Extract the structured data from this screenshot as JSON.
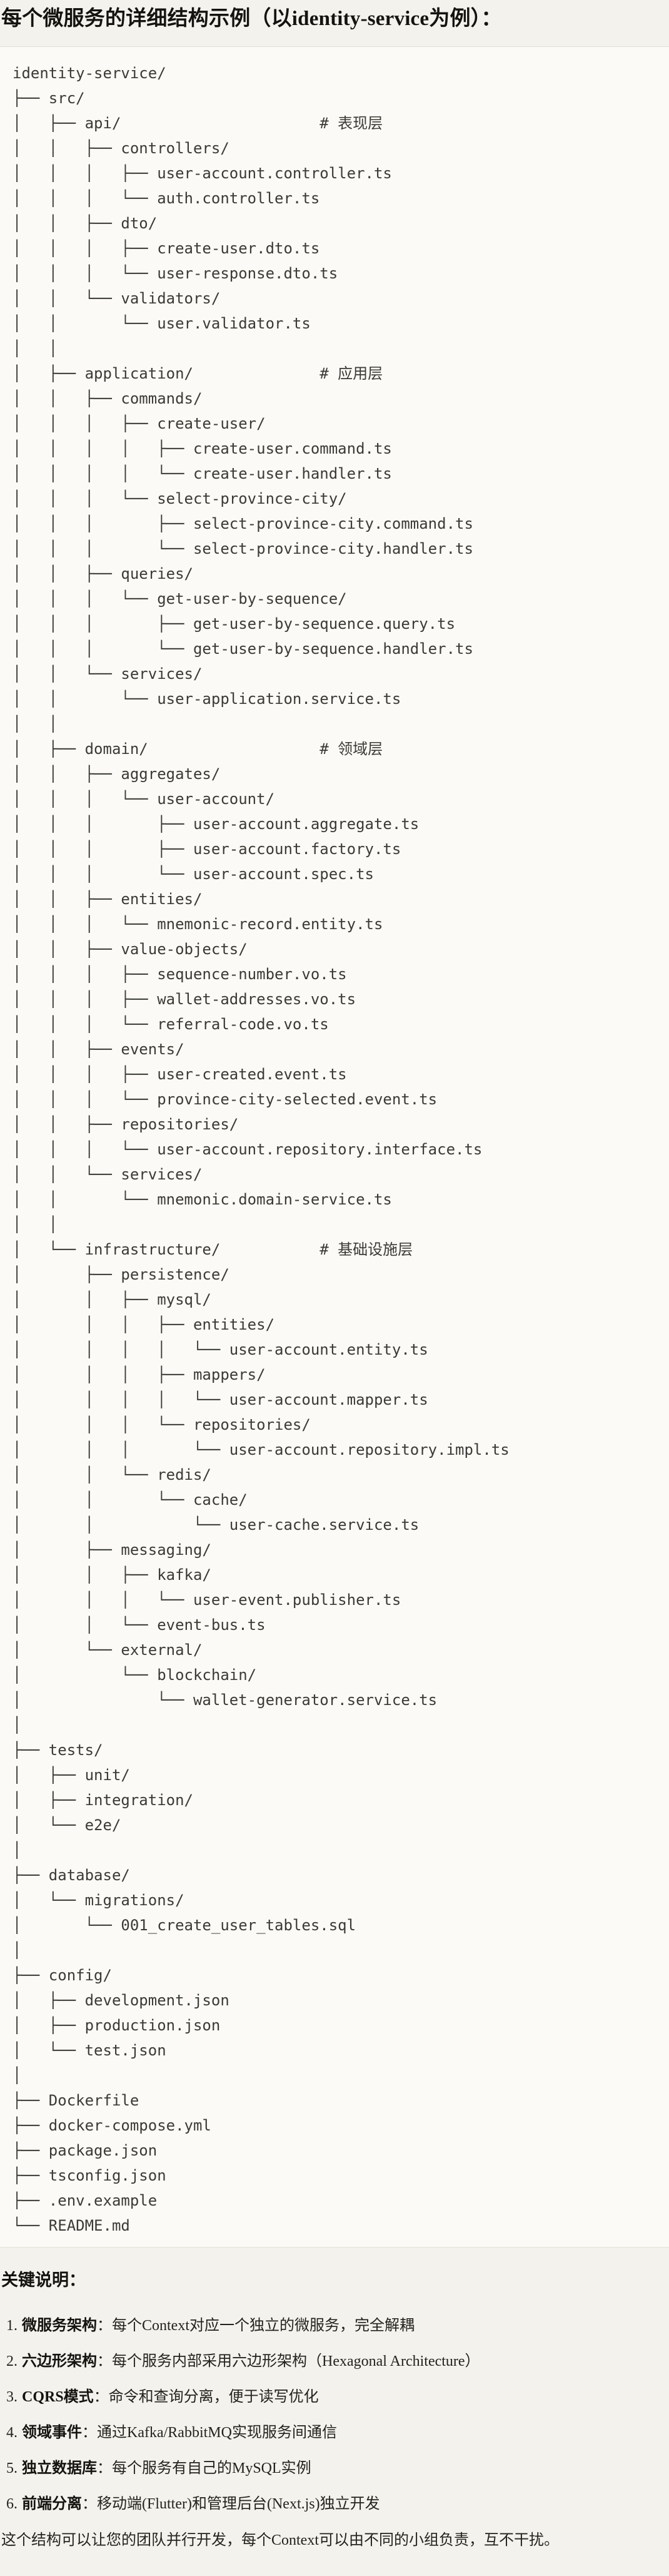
{
  "page": {
    "title": "每个微服务的详细结构示例（以identity-service为例）："
  },
  "code_block": {
    "tree_lines": [
      "identity-service/",
      "├── src/",
      "│   ├── api/                      # 表现层",
      "│   │   ├── controllers/",
      "│   │   │   ├── user-account.controller.ts",
      "│   │   │   └── auth.controller.ts",
      "│   │   ├── dto/",
      "│   │   │   ├── create-user.dto.ts",
      "│   │   │   └── user-response.dto.ts",
      "│   │   └── validators/",
      "│   │       └── user.validator.ts",
      "│   │",
      "│   ├── application/              # 应用层",
      "│   │   ├── commands/",
      "│   │   │   ├── create-user/",
      "│   │   │   │   ├── create-user.command.ts",
      "│   │   │   │   └── create-user.handler.ts",
      "│   │   │   └── select-province-city/",
      "│   │   │       ├── select-province-city.command.ts",
      "│   │   │       └── select-province-city.handler.ts",
      "│   │   ├── queries/",
      "│   │   │   └── get-user-by-sequence/",
      "│   │   │       ├── get-user-by-sequence.query.ts",
      "│   │   │       └── get-user-by-sequence.handler.ts",
      "│   │   └── services/",
      "│   │       └── user-application.service.ts",
      "│   │",
      "│   ├── domain/                   # 领域层",
      "│   │   ├── aggregates/",
      "│   │   │   └── user-account/",
      "│   │   │       ├── user-account.aggregate.ts",
      "│   │   │       ├── user-account.factory.ts",
      "│   │   │       └── user-account.spec.ts",
      "│   │   ├── entities/",
      "│   │   │   └── mnemonic-record.entity.ts",
      "│   │   ├── value-objects/",
      "│   │   │   ├── sequence-number.vo.ts",
      "│   │   │   ├── wallet-addresses.vo.ts",
      "│   │   │   └── referral-code.vo.ts",
      "│   │   ├── events/",
      "│   │   │   ├── user-created.event.ts",
      "│   │   │   └── province-city-selected.event.ts",
      "│   │   ├── repositories/",
      "│   │   │   └── user-account.repository.interface.ts",
      "│   │   └── services/",
      "│   │       └── mnemonic.domain-service.ts",
      "│   │",
      "│   └── infrastructure/           # 基础设施层",
      "│       ├── persistence/",
      "│       │   ├── mysql/",
      "│       │   │   ├── entities/",
      "│       │   │   │   └── user-account.entity.ts",
      "│       │   │   ├── mappers/",
      "│       │   │   │   └── user-account.mapper.ts",
      "│       │   │   └── repositories/",
      "│       │   │       └── user-account.repository.impl.ts",
      "│       │   └── redis/",
      "│       │       └── cache/",
      "│       │           └── user-cache.service.ts",
      "│       ├── messaging/",
      "│       │   ├── kafka/",
      "│       │   │   └── user-event.publisher.ts",
      "│       │   └── event-bus.ts",
      "│       └── external/",
      "│           └── blockchain/",
      "│               └── wallet-generator.service.ts",
      "│",
      "├── tests/",
      "│   ├── unit/",
      "│   ├── integration/",
      "│   └── e2e/",
      "│",
      "├── database/",
      "│   └── migrations/",
      "│       └── 001_create_user_tables.sql",
      "│",
      "├── config/",
      "│   ├── development.json",
      "│   ├── production.json",
      "│   └── test.json",
      "│",
      "├── Dockerfile",
      "├── docker-compose.yml",
      "├── package.json",
      "├── tsconfig.json",
      "├── .env.example",
      "└── README.md"
    ]
  },
  "key_notes": {
    "heading": "关键说明：",
    "items": [
      {
        "num": "1.",
        "term": "微服务架构",
        "rest": "：每个Context对应一个独立的微服务，完全解耦"
      },
      {
        "num": "2.",
        "term": "六边形架构",
        "rest": "：每个服务内部采用六边形架构（Hexagonal Architecture）"
      },
      {
        "num": "3.",
        "term": "CQRS模式",
        "rest": "：命令和查询分离，便于读写优化"
      },
      {
        "num": "4.",
        "term": "领域事件",
        "rest": "：通过Kafka/RabbitMQ实现服务间通信"
      },
      {
        "num": "5.",
        "term": "独立数据库",
        "rest": "：每个服务有自己的MySQL实例"
      },
      {
        "num": "6.",
        "term": "前端分离",
        "rest": "：移动端(Flutter)和管理后台(Next.js)独立开发"
      }
    ],
    "footer": "这个结构可以让您的团队并行开发，每个Context可以由不同的小组负责，互不干扰。"
  },
  "colors": {
    "page_background": "#f4f2ec",
    "code_background": "#fbfaf6",
    "code_border": "#e3e1d7",
    "code_text": "#3b3a34",
    "heading_text": "#14130f"
  }
}
